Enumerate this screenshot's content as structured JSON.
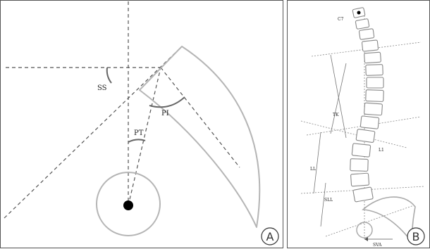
{
  "panel_a": {
    "labels": {
      "ss": "SS",
      "pi": "PI",
      "pt": "PT"
    },
    "badge": "A"
  },
  "panel_b": {
    "labels": {
      "c7": "C7",
      "tk": "TK",
      "l1": "L1",
      "ll": "LL",
      "sll": "SLL",
      "sva": "SVA"
    },
    "badge": "B"
  },
  "colors": {
    "border": "#555555",
    "dashed_line": "#555555",
    "outline": "#b5b5b5",
    "femoral_head_dot": "#000000"
  }
}
